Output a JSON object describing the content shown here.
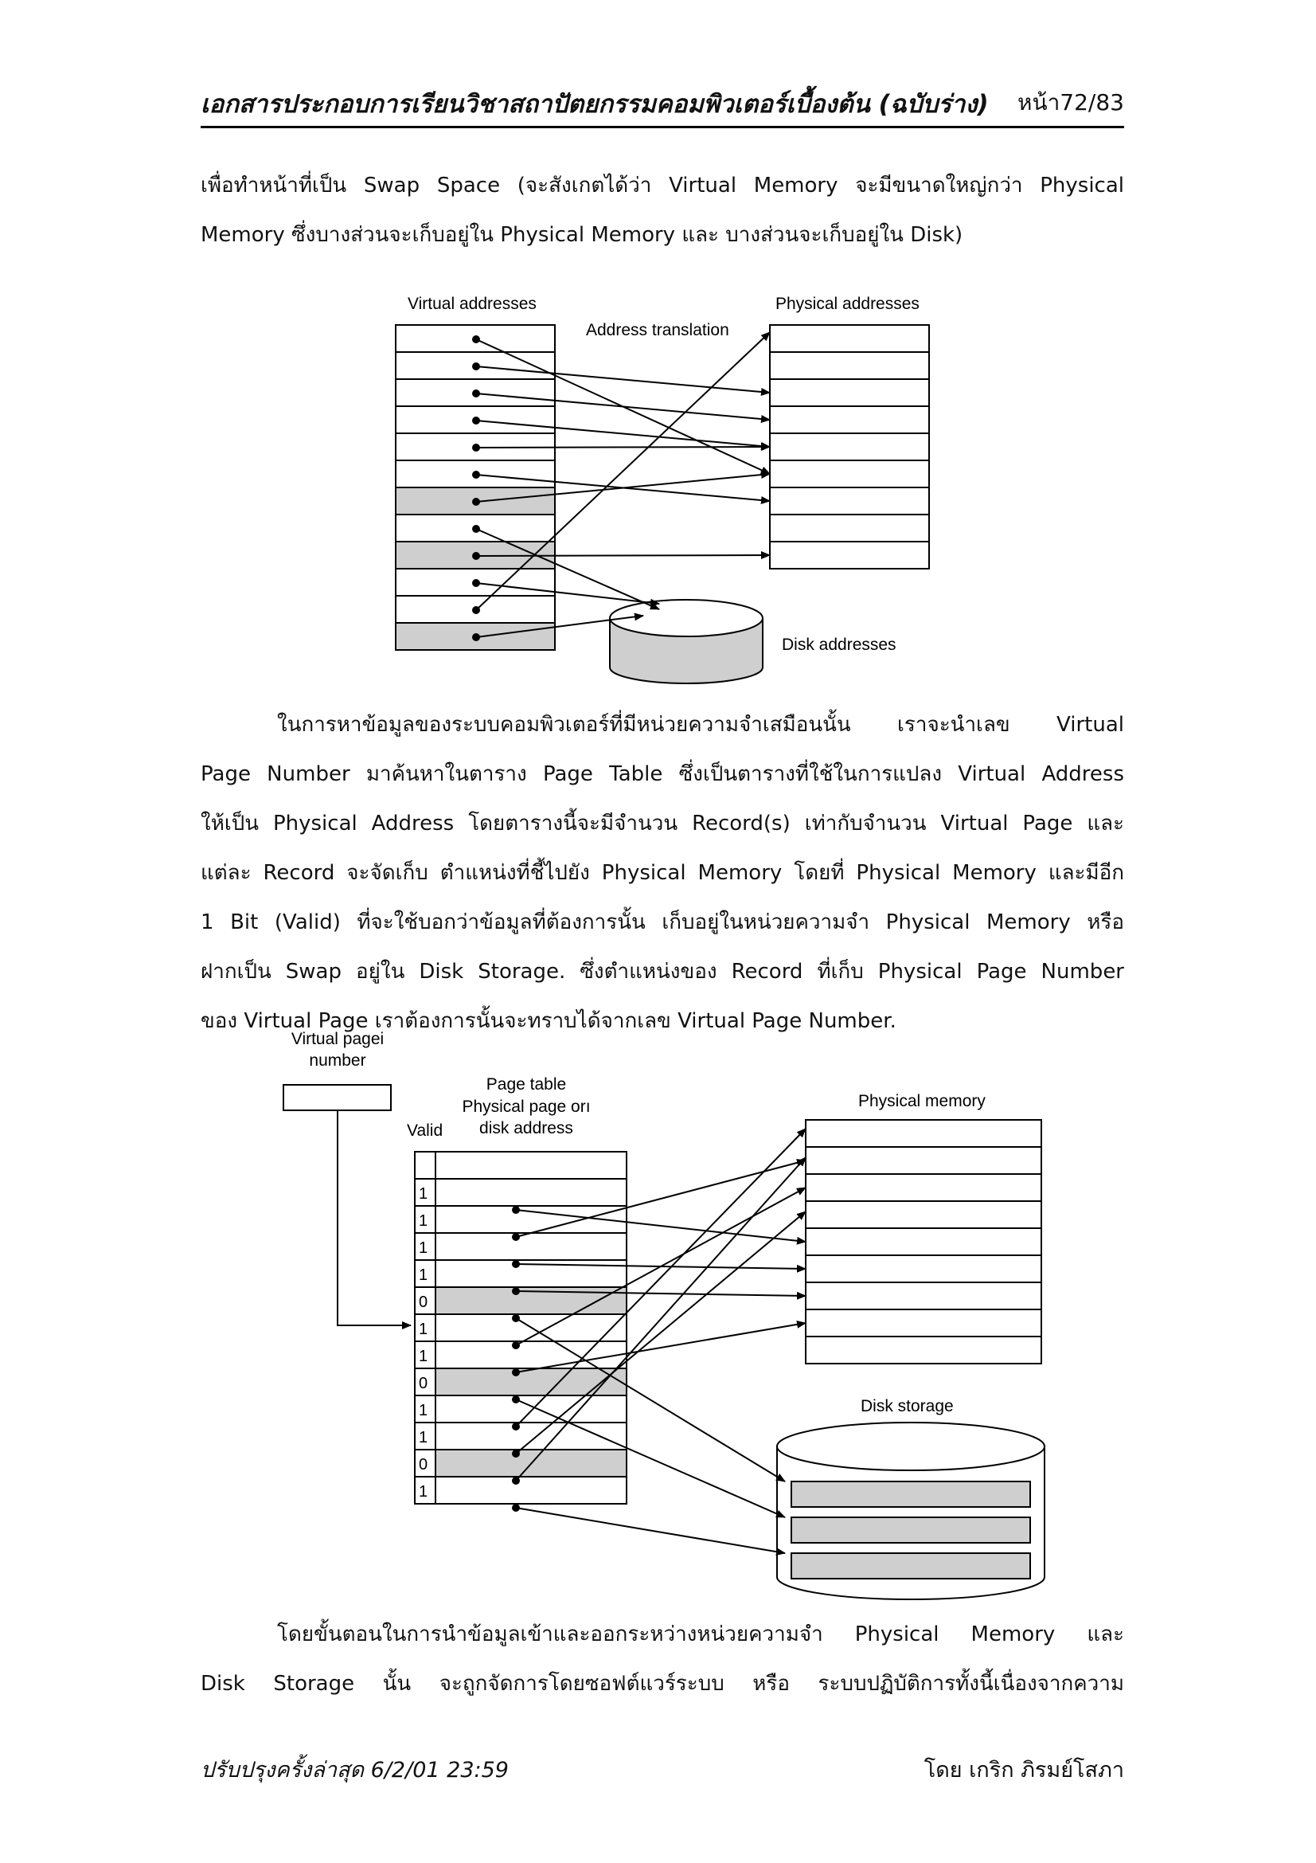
{
  "header": {
    "title": "เอกสารประกอบการเรียนวิชาสถาปัตยกรรมคอมพิวเตอร์เบื้องต้น (ฉบับร่าง)",
    "page": "หน้า72/83"
  },
  "paragraphs": [
    {
      "lines": [
        "เพื่อทำหน้าที่เป็น Swap Space (จะสังเกตได้ว่า Virtual Memory จะมีขนาดใหญ่กว่า Physical",
        "Memory ซึ่งบางส่วนจะเก็บอยู่ใน Physical Memory และ บางส่วนจะเก็บอยู่ใน Disk)"
      ]
    },
    {
      "lines": [
        "ในการหาข้อมูลของระบบคอมพิวเตอร์ที่มีหน่วยความจำเสมือนนั้น เราจะนำเลข Virtual",
        "Page Number มาค้นหาในตาราง  Page Table ซึ่งเป็นตารางที่ใช้ในการแปลง Virtual Address",
        "ให้เป็น Physical Address โดยตารางนี้จะมีจำนวน Record(s) เท่ากับจำนวน Virtual Page และ",
        "แต่ละ Record จะจัดเก็บ ตำแหน่งที่ชี้ไปยัง Physical Memory โดยที่ Physical Memory และมีอีก",
        "1 Bit (Valid) ที่จะใช้บอกว่าข้อมูลที่ต้องการนั้น เก็บอยู่ในหน่วยความจำ Physical Memory หรือ",
        "ฝากเป็น Swap อยู่ใน Disk Storage. ซึ่งตำแหน่งของ Record ที่เก็บ Physical Page Number",
        "ของ Virtual Page เราต้องการนั้นจะทราบได้จากเลข Virtual Page Number."
      ]
    },
    {
      "lines": [
        "โดยขั้นตอนในการนำข้อมูลเข้าและออกระหว่างหน่วยความจำ Physical Memory และ",
        "Disk Storage นั้น จะถูกจัดการโดยซอฟต์แวร์ระบบ หรือ ระบบปฏิบัติการทั้งนี้เนื่องจากความ"
      ]
    }
  ],
  "figure1": {
    "virtual_label": "Virtual addresses",
    "translation_label": "Address translation",
    "physical_label": "Physical addresses",
    "disk_label": "Disk addresses"
  },
  "figure2": {
    "vpn_label_1": "Virtual pagei",
    "vpn_label_2": "number",
    "page_table_label_1": "Page table",
    "page_table_label_2": "Physical page orı",
    "page_table_label_3": "disk address",
    "valid_label": "Valid",
    "physical_memory_label": "Physical memory",
    "disk_storage_label": "Disk storage",
    "valid_bits": [
      "1",
      "1",
      "1",
      "1",
      "0",
      "1",
      "1",
      "0",
      "1",
      "1",
      "0",
      "1"
    ]
  },
  "footer": {
    "updated": "ปรับปรุงครั้งล่าสุด 6/2/01 23:59",
    "author": "โดย เกริก ภิรมย์โสภา"
  },
  "colors": {
    "shade": "#cfcfcf",
    "ink": "#000000"
  }
}
